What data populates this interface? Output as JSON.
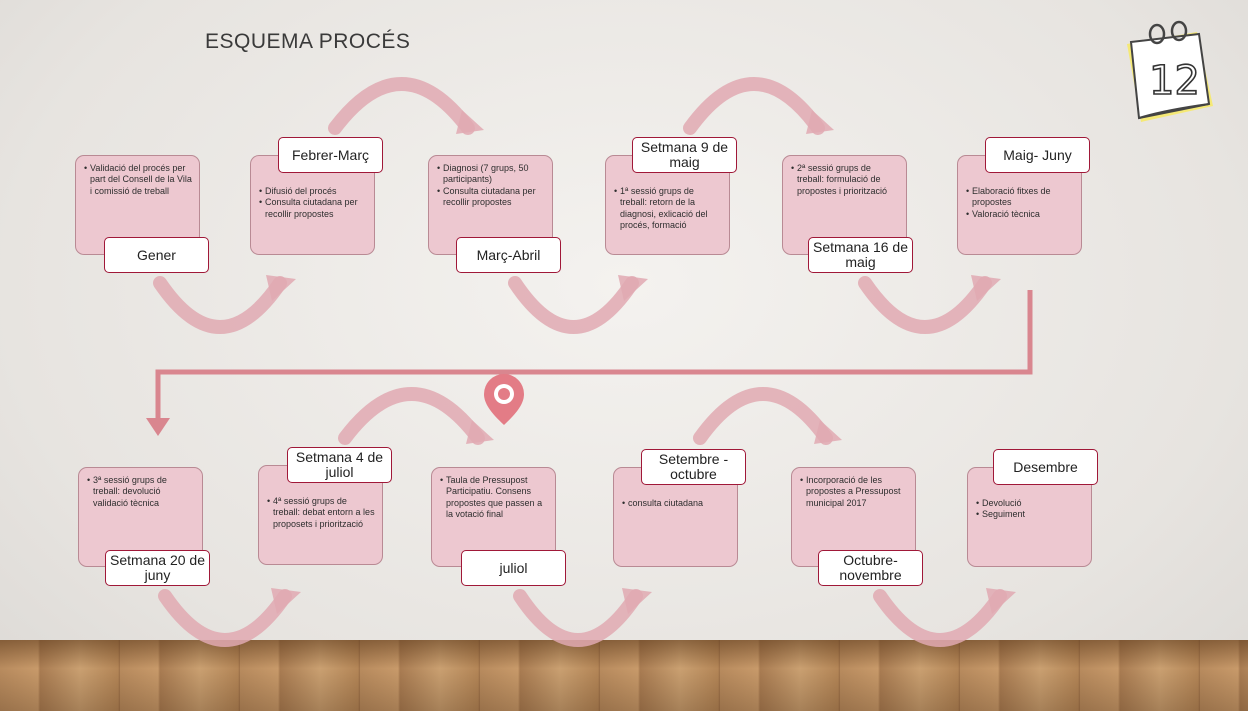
{
  "title": "ESQUEMA PROCÉS",
  "calendar_number": "12",
  "colors": {
    "box_fill": "#edc8d0",
    "box_border": "#b98a94",
    "label_border": "#a01838",
    "arrow": "#e0a9b2",
    "connector": "#d9868f"
  },
  "steps": [
    {
      "label": "Gener",
      "items": [
        "Validació del procés per part del Consell de la Vila i comissió de treball"
      ]
    },
    {
      "label": "Febrer-Març",
      "items": [
        "Difusió del procés",
        "Consulta ciutadana per recollir propostes"
      ]
    },
    {
      "label": "Març-Abril",
      "items": [
        "Diagnosi (7 grups, 50 participants)",
        "Consulta ciutadana per recollir propostes"
      ]
    },
    {
      "label": "Setmana 9 de maig",
      "items": [
        "1ª sessió grups de treball: retorn de la diagnosi, exlicació del procés, formació"
      ]
    },
    {
      "label": "Setmana 16 de maig",
      "items": [
        "2ª sessió grups de treball: formulació de propostes i priorització"
      ]
    },
    {
      "label": "Maig- Juny",
      "items": [
        "Elaboració fitxes de propostes",
        "Valoració tècnica"
      ]
    },
    {
      "label": "Setmana 20 de juny",
      "items": [
        "3ª sessió grups de treball: devolució validació tècnica"
      ]
    },
    {
      "label": "Setmana 4 de juliol",
      "items": [
        "4ª sessió grups de treball: debat entorn a les proposets i priorització"
      ]
    },
    {
      "label": "juliol",
      "items": [
        "Taula de Pressupost Participatiu. Consens propostes que passen a la votació final"
      ]
    },
    {
      "label": "Setembre - octubre",
      "items": [
        "consulta ciutadana"
      ]
    },
    {
      "label": "Octubre- novembre",
      "items": [
        "Incorporació de les propostes a Pressupost municipal 2017"
      ]
    },
    {
      "label": "Desembre",
      "items": [
        "Devolució",
        "Seguiment"
      ]
    }
  ]
}
